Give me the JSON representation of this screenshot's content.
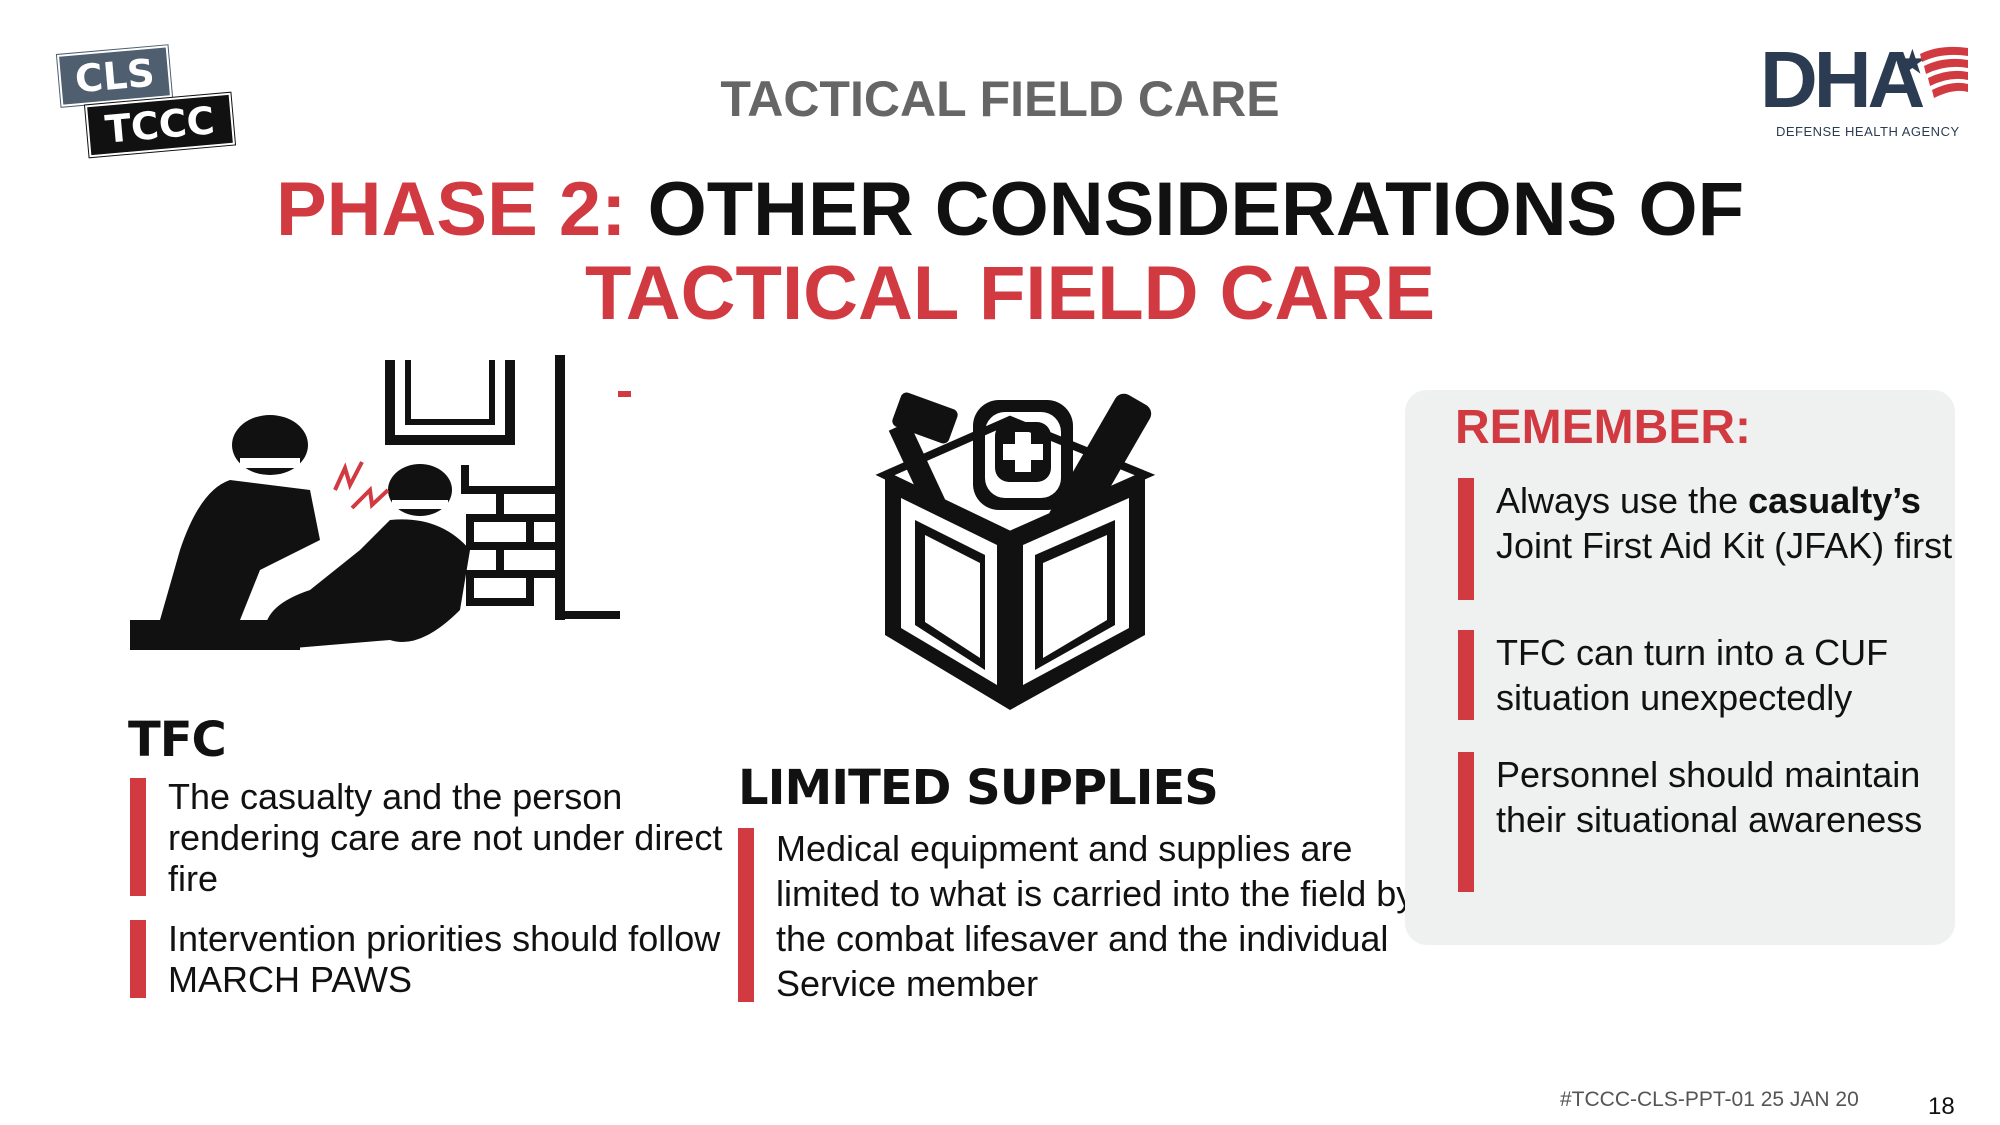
{
  "logos": {
    "cls_line1": "CLS",
    "cls_line2": "TCCC",
    "dha_letters": "DHA",
    "dha_subtitle": "DEFENSE HEALTH AGENCY"
  },
  "header": {
    "title": "TACTICAL FIELD CARE"
  },
  "main_title": {
    "phase": "PHASE 2:",
    "line1_rest": "OTHER CONSIDERATIONS OF",
    "line2": "TACTICAL FIELD CARE"
  },
  "tfc": {
    "heading": "TFC",
    "bullets": [
      "The casualty and the person rendering care are not under direct fire",
      "Intervention priorities should follow MARCH PAWS"
    ]
  },
  "supplies": {
    "heading": "LIMITED SUPPLIES",
    "bullet": "Medical equipment and supplies are limited to what is carried into the field by the combat lifesaver and the individual Service member"
  },
  "remember": {
    "title": "REMEMBER:",
    "bullet1_pre": "Always use the",
    "bullet1_bold": "casualty’s",
    "bullet1_post": "Joint First Aid Kit (JFAK) first",
    "bullet2": "TFC can turn into a CUF situation unexpectedly",
    "bullet3": "Personnel should maintain their situational awareness"
  },
  "footer": {
    "code": "#TCCC-CLS-PPT-01 25 JAN 20",
    "page": "18"
  },
  "colors": {
    "accent_red": "#d23a42",
    "dha_navy": "#2b3c52",
    "panel_gray": "#eff0f0"
  }
}
